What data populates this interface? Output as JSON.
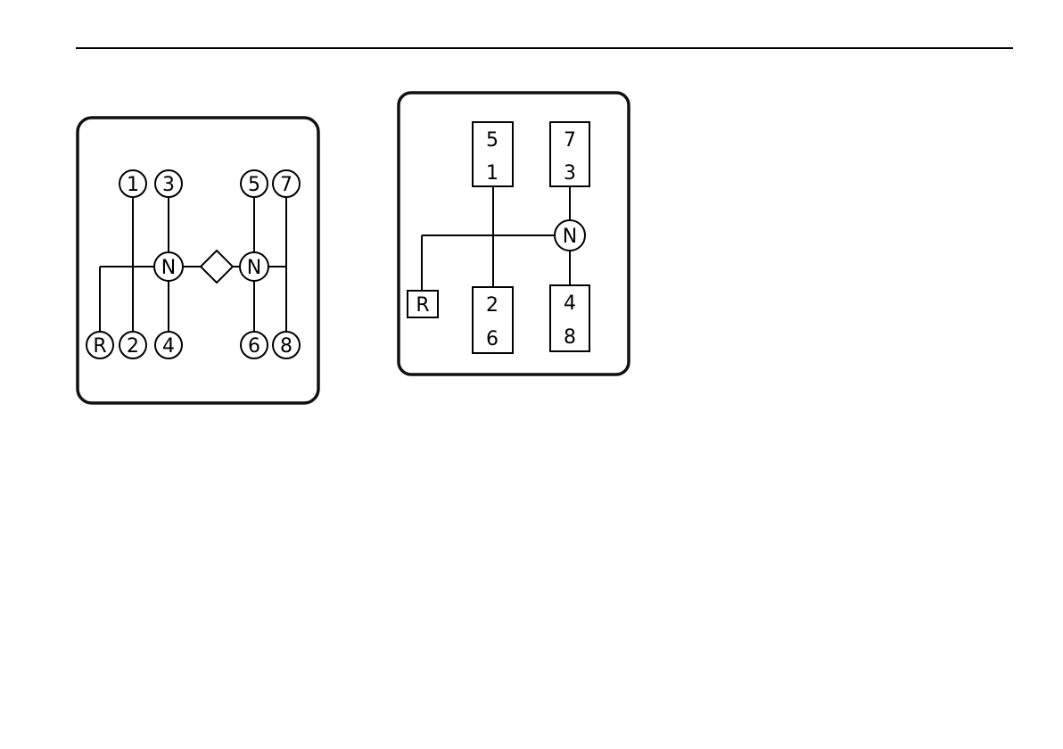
{
  "diagram_a": {
    "gears": {
      "g1": "1",
      "g3": "3",
      "g5": "5",
      "g7": "7",
      "gR": "R",
      "g2": "2",
      "g4": "4",
      "g6": "6",
      "g8": "8"
    },
    "neutral_left": "N",
    "neutral_right": "N"
  },
  "diagram_b": {
    "box_top_left": {
      "top": "5",
      "bottom": "1"
    },
    "box_top_right": {
      "top": "7",
      "bottom": "3"
    },
    "box_bottom_left": {
      "top": "2",
      "bottom": "6"
    },
    "box_bottom_right": {
      "top": "4",
      "bottom": "8"
    },
    "reverse": "R",
    "neutral": "N"
  }
}
